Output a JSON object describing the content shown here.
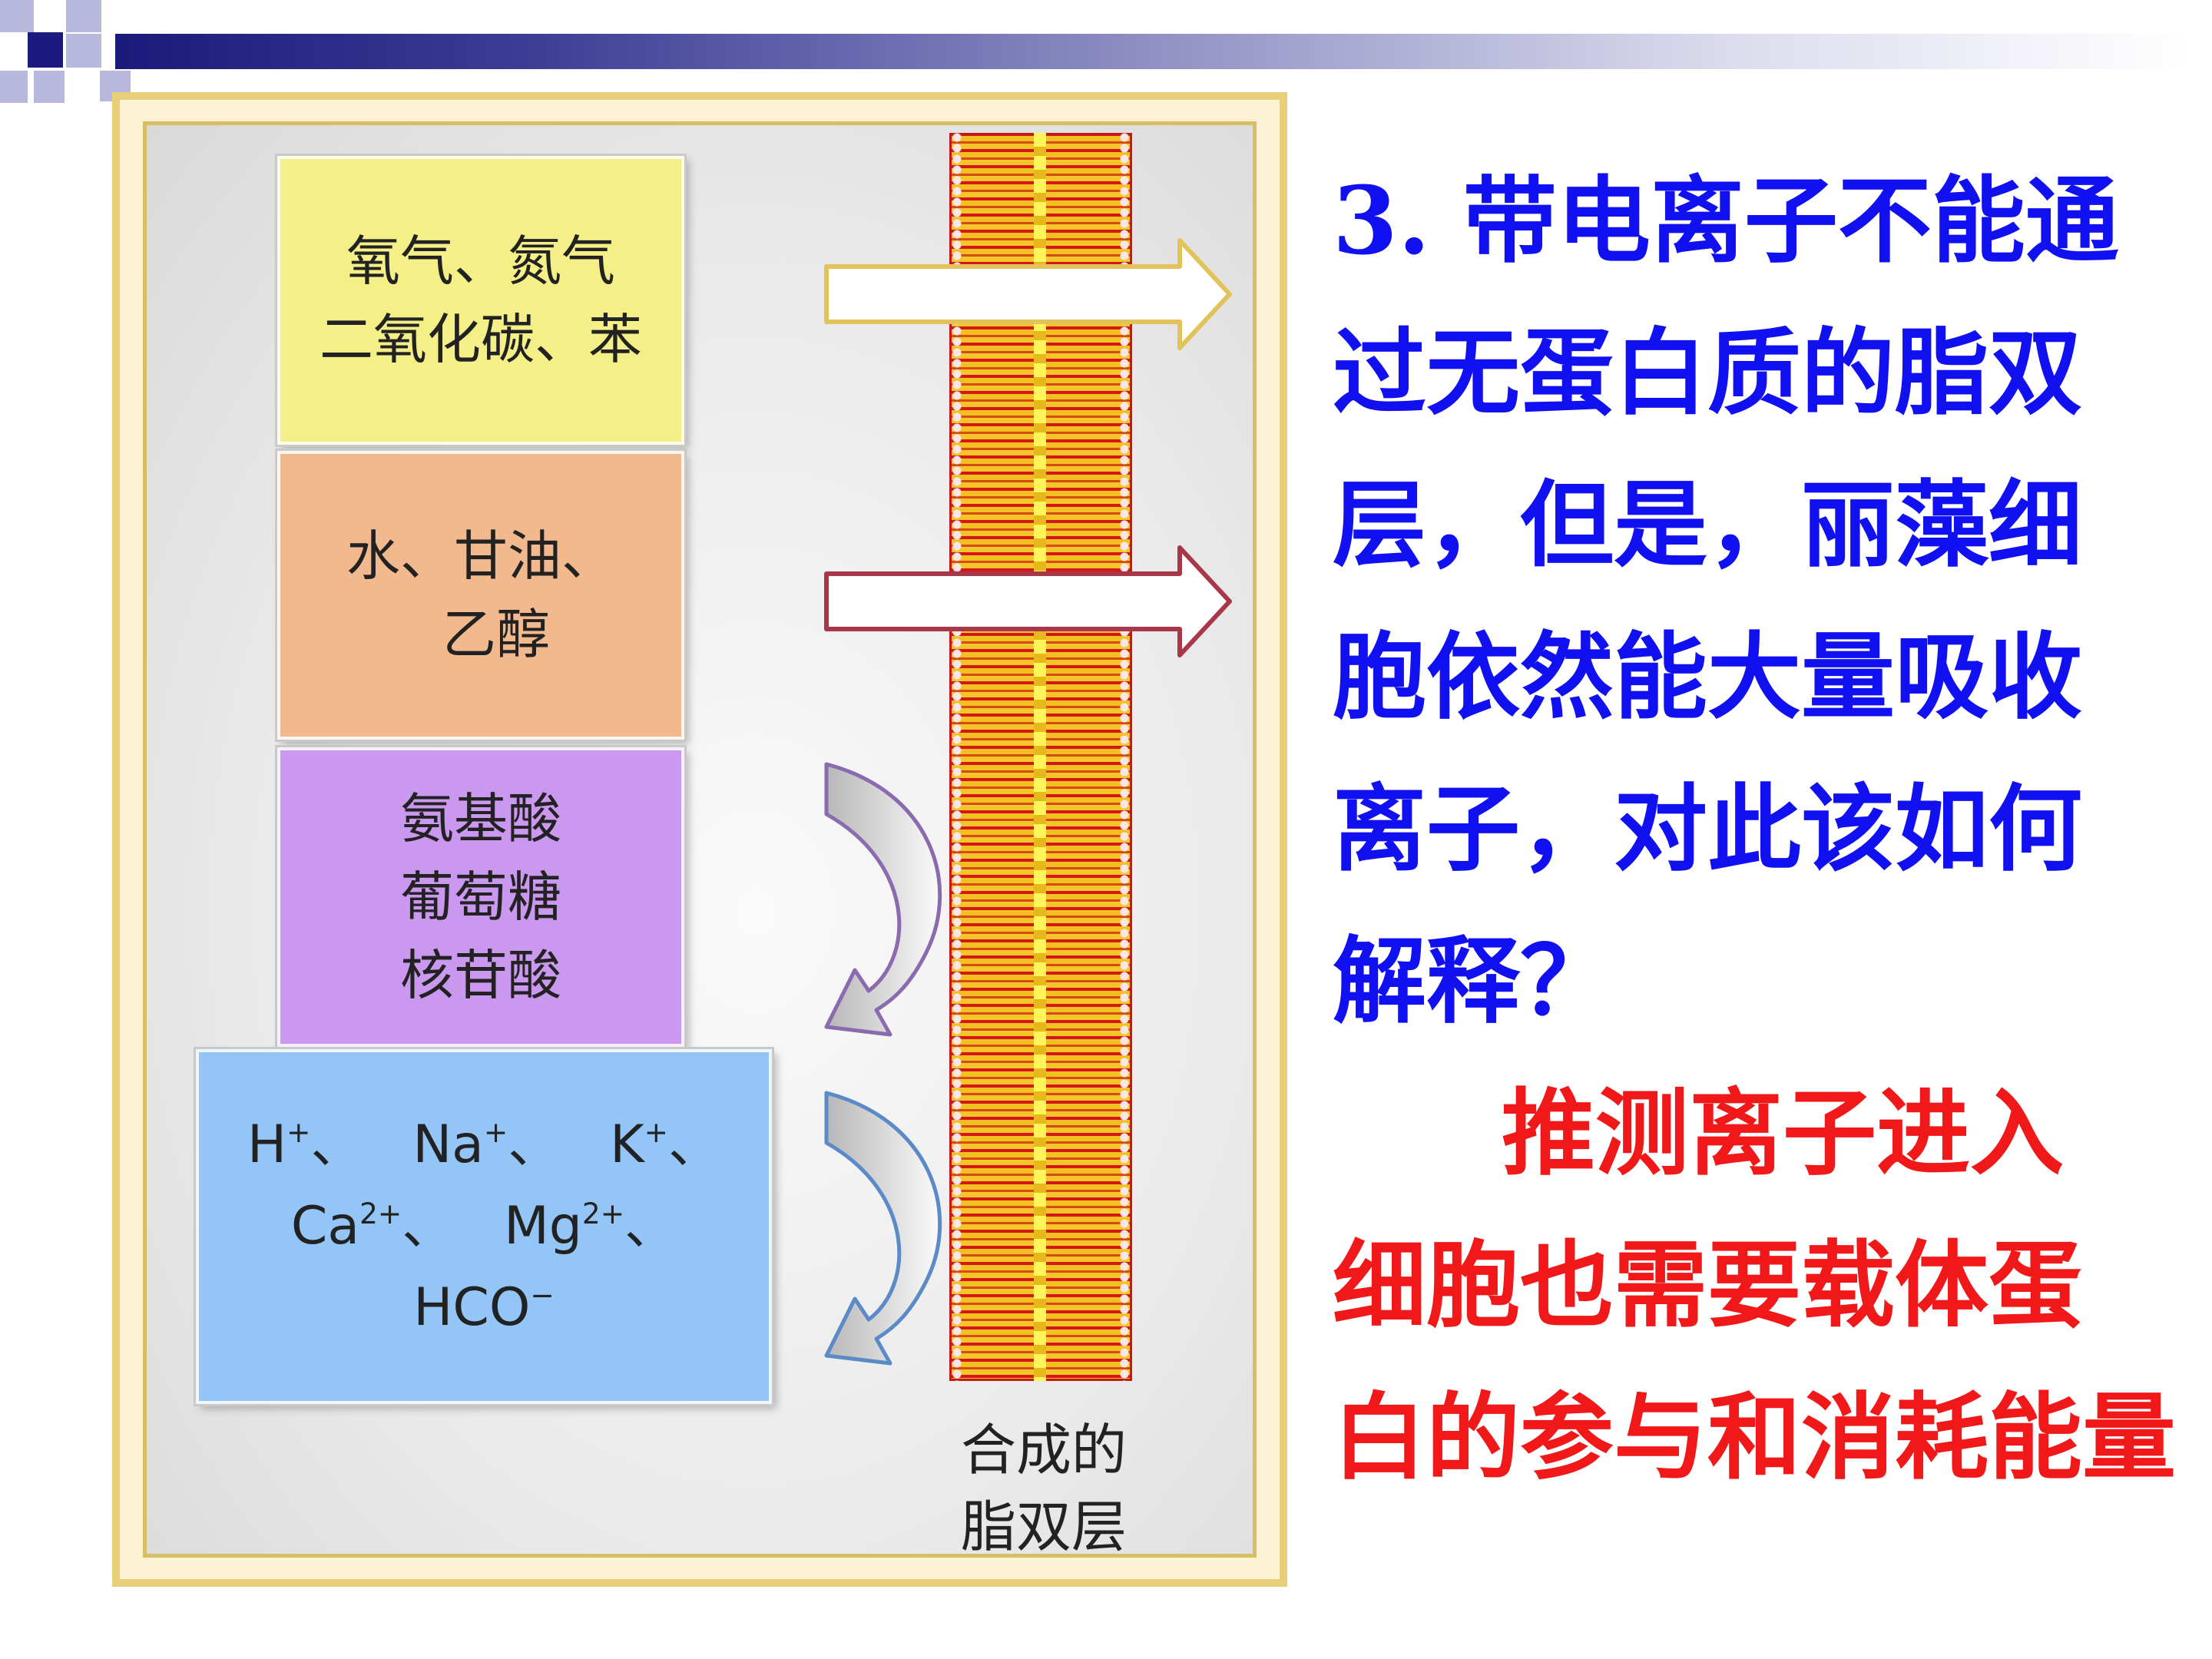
{
  "header": {
    "accent_dark": "#1a1a80",
    "accent_light": "#b8b8dc"
  },
  "figure": {
    "boxes": {
      "yellow": {
        "lines": [
          "氧气、氮气",
          "二氧化碳、苯"
        ],
        "color": "#f4f087"
      },
      "orange": {
        "lines": [
          "水、甘油、",
          "乙醇"
        ],
        "color": "#f2b98f"
      },
      "purple": {
        "lines": [
          "氨基酸",
          "葡萄糖",
          "核苷酸"
        ],
        "color": "#cb98f0"
      },
      "blue": {
        "line1": {
          "h": "H",
          "h_charge": "+",
          "na": "Na",
          "na_charge": "+",
          "k": "K",
          "k_charge": "+"
        },
        "line2": {
          "ca": "Ca",
          "ca_charge": "2+",
          "mg": "Mg",
          "mg_charge": "2+"
        },
        "line3": {
          "hco": "HCO",
          "hco_charge": "−"
        },
        "separator": "、",
        "color": "#93c5f6"
      }
    },
    "membrane_label": [
      "合成的",
      "脂双层"
    ]
  },
  "text": {
    "question_lines": [
      "3. 带电离子不能通",
      "过无蛋白质的脂双",
      "层，但是，丽藻细",
      "胞依然能大量吸收",
      "离子，对此该如何",
      "解释？"
    ],
    "answer_lines": [
      "推测离子进入",
      "细胞也需要载体蛋",
      "白的参与和消耗能量"
    ],
    "question_color": "#1010f0",
    "answer_color": "#f01818"
  }
}
